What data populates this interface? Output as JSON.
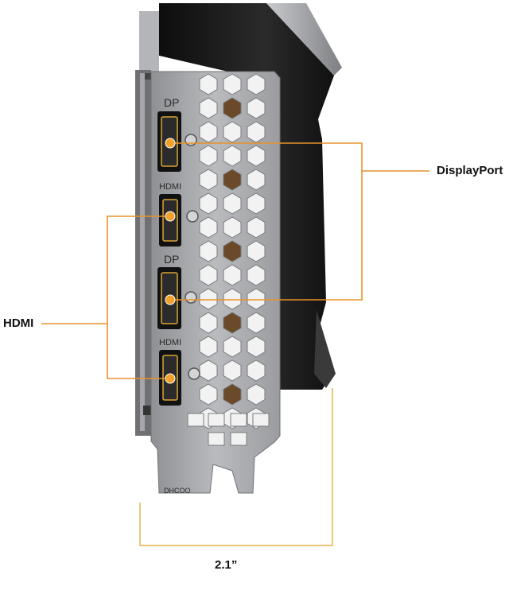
{
  "callouts": {
    "displayport_label": "DisplayPort",
    "hdmi_label": "HDMI",
    "width_label": "2.1”"
  },
  "bracket_text": {
    "port1": "DP",
    "port2": "HDMI",
    "port3": "DP",
    "port4": "HDMI",
    "bottom_mark": "DHCOO"
  },
  "colors": {
    "callout_line": "#e8922a",
    "dimension_line": "#e8b04a",
    "bracket": "#9a9ca0",
    "card_body": "#1a1a1a"
  }
}
